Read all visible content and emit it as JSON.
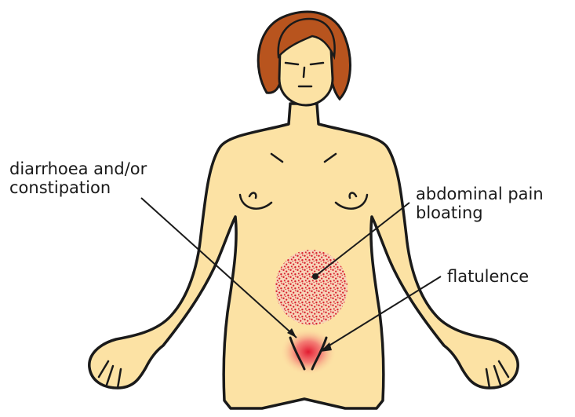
{
  "labels": {
    "diarrhoea": [
      "diarrhoea and/or",
      "constipation"
    ],
    "abdominal": [
      "abdominal pain",
      "bloating"
    ],
    "flatulence": [
      "flatulence"
    ]
  },
  "colors": {
    "skin": "#FCE2A4",
    "outline": "#1a1a1a",
    "hair": "#B8541E",
    "pain_red": "#D8202C",
    "label_text": "#1a1a1a"
  }
}
